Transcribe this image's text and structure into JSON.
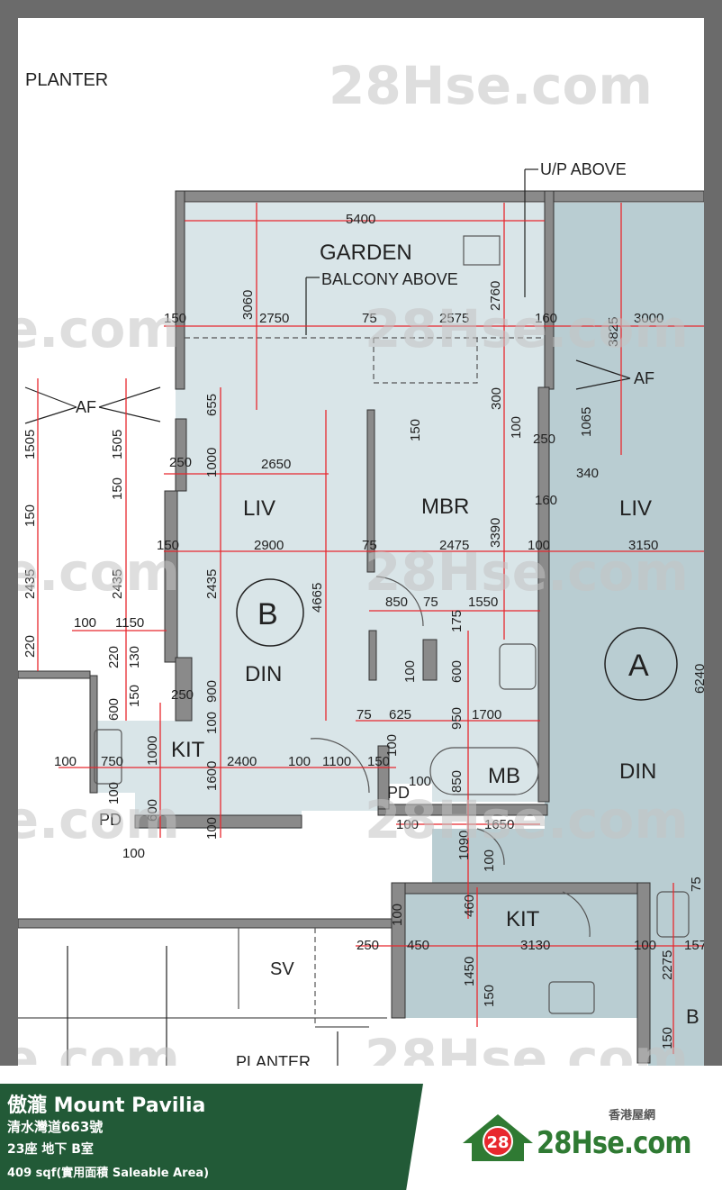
{
  "plan": {
    "room_labels": {
      "planter_top": "PLANTER",
      "up_above": "U/P ABOVE",
      "garden": "GARDEN",
      "balcony_above": "BALCONY ABOVE",
      "af_left": "AF",
      "af_right": "AF",
      "liv_b": "LIV",
      "mbr": "MBR",
      "liv_a": "LIV",
      "unit_b": "B",
      "unit_a": "A",
      "din_b": "DIN",
      "din_a": "DIN",
      "kit_b": "KIT",
      "mb": "MB",
      "pd_left": "PD",
      "pd_mid": "PD",
      "kit_a": "KIT",
      "sv": "SV",
      "planter_bottom": "PLANTER",
      "unit_b_partial": "B"
    },
    "dimensions": {
      "d5400": "5400",
      "d3060": "3060",
      "d2760": "2760",
      "d150a": "150",
      "d2750": "2750",
      "d75a": "75",
      "d2575": "2575",
      "d160a": "160",
      "d3000": "3000",
      "d3825": "3825",
      "d655": "655",
      "d300": "300",
      "d150b": "150",
      "d100a": "100",
      "d250a": "250",
      "d1065": "1065",
      "d1505a": "1505",
      "d1505b": "1505",
      "d1000a": "1000",
      "d2650": "2650",
      "d250b": "250",
      "d150c": "150",
      "d340": "340",
      "d160b": "160",
      "d150d": "150",
      "d150e": "150",
      "d2900": "2900",
      "d75b": "75",
      "d2475": "2475",
      "d100b": "100",
      "d3150": "3150",
      "d2435a": "2435",
      "d2435b": "2435",
      "d2435c": "2435",
      "d4665": "4665",
      "d3390": "3390",
      "d850a": "850",
      "d75c": "75",
      "d1550": "1550",
      "d100c": "100",
      "d1150": "1150",
      "d175": "175",
      "d220a": "220",
      "d220b": "220",
      "d130": "130",
      "d600a": "600",
      "d100d": "100",
      "d6240": "6240",
      "d900": "900",
      "d150f": "150",
      "d600b": "600",
      "d250c": "250",
      "d100e": "100",
      "d75d": "75",
      "d625": "625",
      "d950": "950",
      "d1700": "1700",
      "d100f": "100",
      "d750": "750",
      "d1000b": "1000",
      "d1600": "1600",
      "d2400": "2400",
      "d100g": "100",
      "d1100": "1100",
      "d150g": "150",
      "d100h": "100",
      "d850b": "850",
      "d100i": "100",
      "d100j": "100",
      "d600c": "600",
      "d100k": "100",
      "d100l": "100",
      "d1650": "1650",
      "d100m": "100",
      "d1090": "1090",
      "d100n": "100",
      "d460": "460",
      "d100o": "100",
      "d75e": "75",
      "d250d": "250",
      "d450": "450",
      "d3130": "3130",
      "d100p": "100",
      "d157": "157",
      "d2275": "2275",
      "d1450": "1450",
      "d150h": "150",
      "d150i": "150"
    },
    "watermark": "28Hse.com",
    "watermark_badge": "28"
  },
  "footer": {
    "estate_name": "傲瀧 Mount Pavilia",
    "address": "清水灣道663號",
    "unit": "23座 地下 B室",
    "area": "409 sqf(實用面積 Saleable Area)",
    "brand_cn": "香港屋網",
    "brand_text": "28Hse.com",
    "brand_badge": "28"
  },
  "colors": {
    "frame": "#6b6b6b",
    "room_fill_b": "#d9e5e8",
    "room_fill_a": "#b9cdd2",
    "wall": "#8a8a8a",
    "dimension": "#e8282e",
    "footer_green": "#225a37",
    "brand_green": "#2f7a33",
    "badge_red": "#e8282e"
  }
}
